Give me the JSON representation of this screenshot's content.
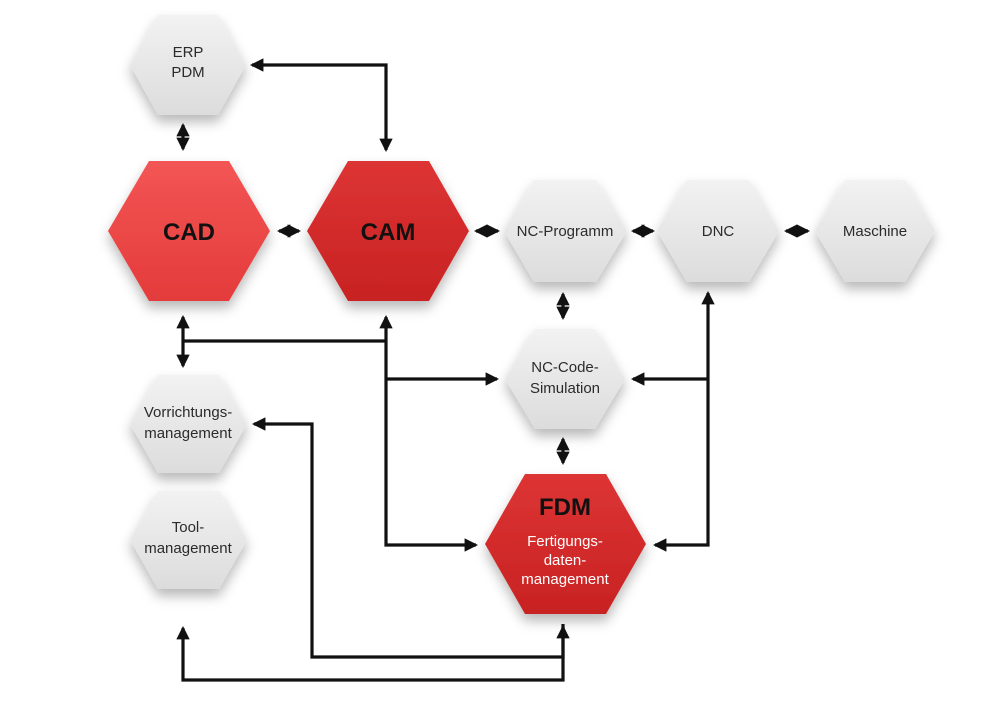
{
  "colors": {
    "light_node": "#e9e9e9",
    "red_node": "#ef4a4a",
    "dark_red_node": "#d52a2a",
    "line": "#111111"
  },
  "nodes": {
    "erp_pdm": {
      "lines": [
        "ERP",
        "PDM"
      ]
    },
    "cad": {
      "label": "CAD"
    },
    "cam": {
      "label": "CAM"
    },
    "nc_programm": {
      "label": "NC-Programm"
    },
    "dnc": {
      "label": "DNC"
    },
    "maschine": {
      "label": "Maschine"
    },
    "nc_code_simulation": {
      "lines": [
        "NC-Code-",
        "Simulation"
      ]
    },
    "vorrichtungsmanagement": {
      "lines": [
        "Vorrichtungs-",
        "management"
      ]
    },
    "toolmanagement": {
      "lines": [
        "Tool-",
        "management"
      ]
    },
    "fdm": {
      "label": "FDM",
      "lines": [
        "Fertigungs-",
        "daten-",
        "management"
      ]
    }
  }
}
